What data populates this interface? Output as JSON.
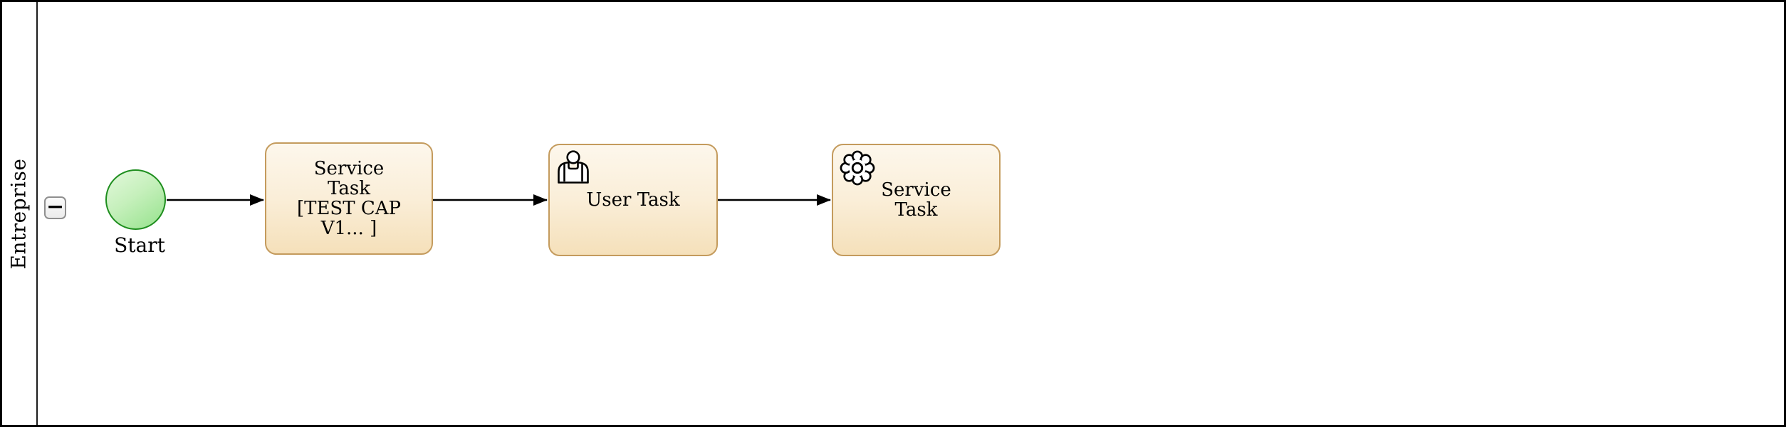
{
  "pool": {
    "label": "Entreprise",
    "collapse_button_label": "−"
  },
  "process": {
    "start_event": {
      "label": "Start"
    },
    "service_task_1": {
      "lines": [
        "Service",
        "Task",
        "[TEST CAP",
        "V1... ]"
      ]
    },
    "user_task": {
      "label": "User Task",
      "icon": "user-icon"
    },
    "service_task_2": {
      "lines": [
        "Service",
        "Task"
      ],
      "icon": "gear-icon"
    },
    "connectors": [
      {
        "from": "start-event",
        "to": "service-task-1"
      },
      {
        "from": "service-task-1",
        "to": "user-task"
      },
      {
        "from": "user-task",
        "to": "service-task-2"
      }
    ]
  },
  "colors": {
    "task_border": "#c49b5d",
    "task_fill_top": "#fdf7ec",
    "task_fill_bottom": "#f5e0ba",
    "event_border": "#1e8e1e",
    "event_fill_top": "#e3f8dc",
    "event_fill_bottom": "#95e28c",
    "connector": "#000000",
    "pool_border": "#000000"
  }
}
